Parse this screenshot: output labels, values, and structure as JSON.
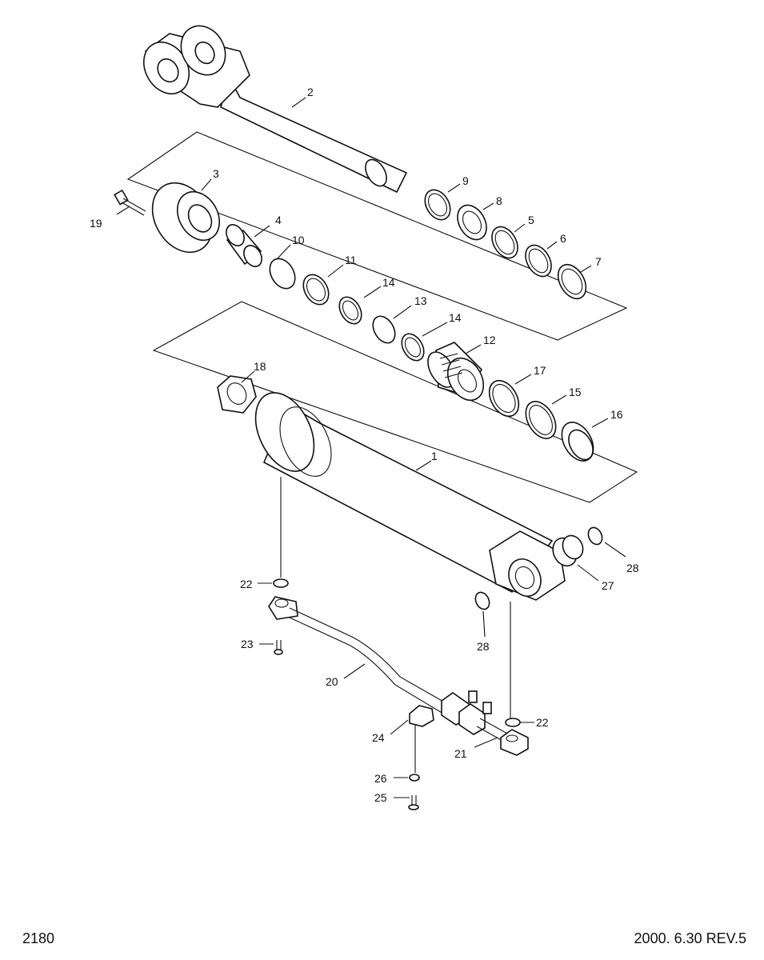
{
  "footer": {
    "page_number": "2180",
    "revision": "2000. 6.30  REV.5"
  },
  "labels": {
    "p1": "1",
    "p2": "2",
    "p3": "3",
    "p4": "4",
    "p5": "5",
    "p6": "6",
    "p7": "7",
    "p8": "8",
    "p9": "9",
    "p10": "10",
    "p11": "11",
    "p12": "12",
    "p13": "13",
    "p14a": "14",
    "p14b": "14",
    "p15": "15",
    "p16": "16",
    "p17": "17",
    "p18": "18",
    "p19": "19",
    "p20": "20",
    "p21": "21",
    "p22a": "22",
    "p22b": "22",
    "p23": "23",
    "p24": "24",
    "p25": "25",
    "p26": "26",
    "p27": "27",
    "p28a": "28",
    "p28b": "28"
  }
}
